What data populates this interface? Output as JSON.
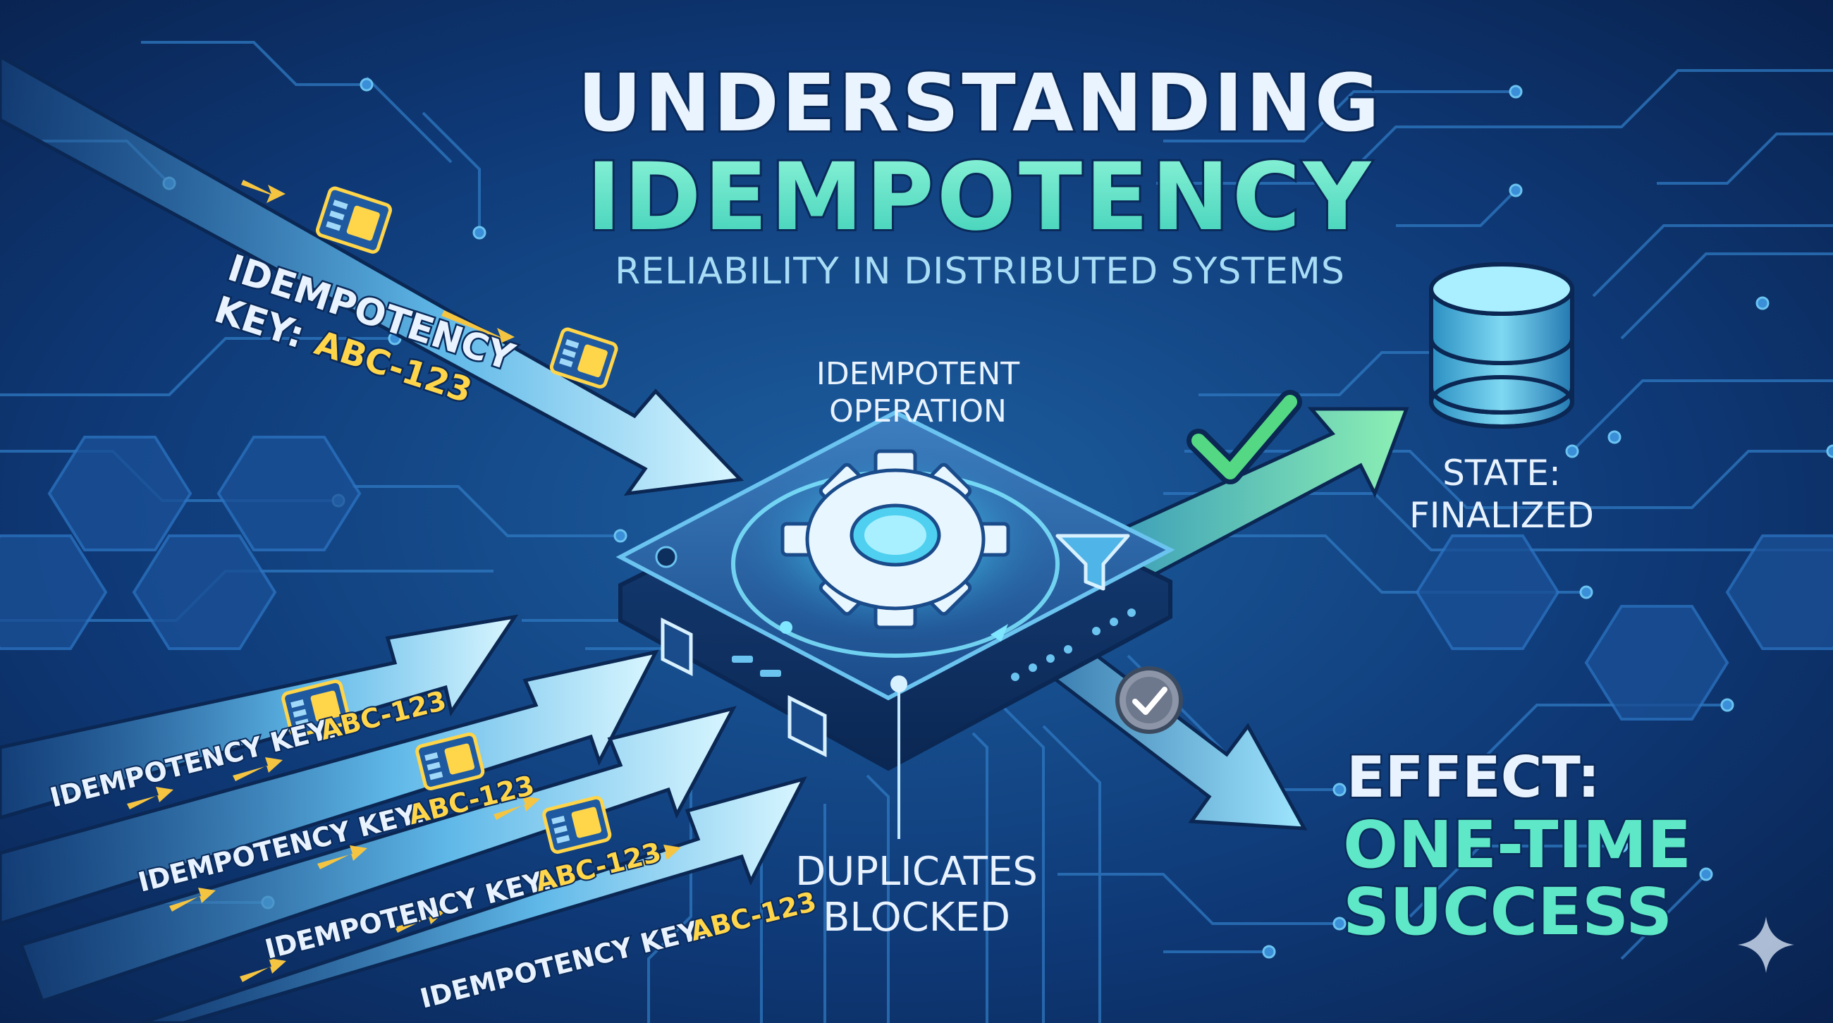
{
  "title": {
    "line1": "UNDERSTANDING",
    "line2": "IDEMPOTENCY",
    "subtitle": "RELIABILITY IN DISTRIBUTED SYSTEMS"
  },
  "incoming": {
    "top_key_label": "IDEMPOTENCY",
    "top_key_prefix": "KEY:",
    "key_value": "ABC-123",
    "lower_key_prefix": "IDEMPOTENCY KEY:",
    "lower_count": 4
  },
  "center": {
    "label_line1": "IDEMPOTENT",
    "label_line2": "OPERATION",
    "blocked_line1": "DUPLICATES",
    "blocked_line2": "BLOCKED"
  },
  "outputs": {
    "state_line1": "STATE:",
    "state_line2": "FINALIZED",
    "effect_line1": "EFFECT:",
    "effect_line2": "ONE-TIME",
    "effect_line3": "SUCCESS"
  },
  "colors": {
    "background": "#0b2c60",
    "accent_teal": "#5ee8c8",
    "accent_cyan": "#6fd8f5",
    "key_yellow": "#ffd54a",
    "check_green": "#4fd07a",
    "text_white": "#e8f3ff"
  },
  "icons": {
    "process": "gear-icon",
    "filter": "funnel-icon",
    "state_store": "database-icon",
    "success": "checkmark-icon",
    "duplicate_ok": "check-circle-icon",
    "corner_mark": "sparkle-icon"
  }
}
